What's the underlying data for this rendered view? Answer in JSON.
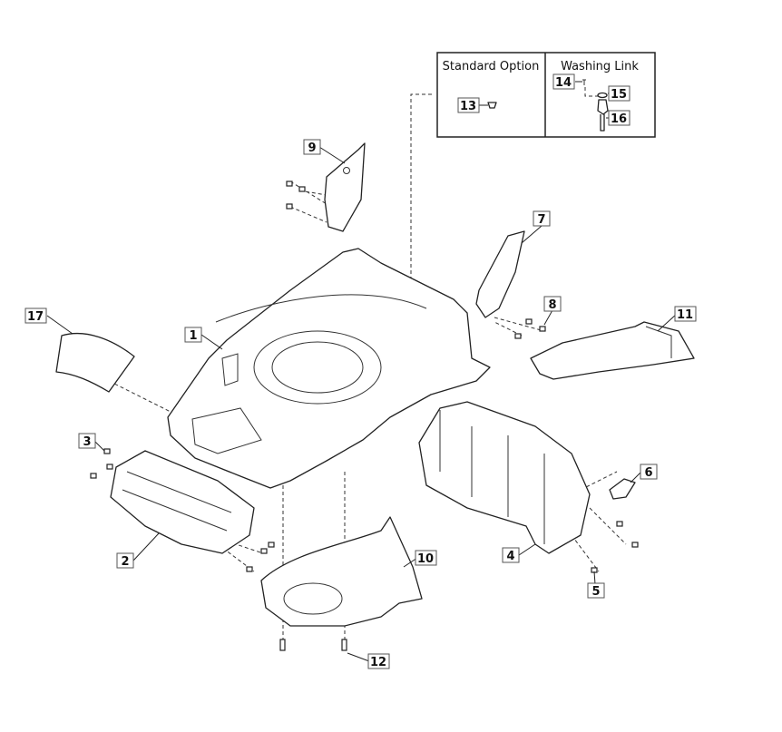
{
  "inset": {
    "standard_option": "Standard Option",
    "washing_link": "Washing Link"
  },
  "callouts": {
    "c1": "1",
    "c2": "2",
    "c3": "3",
    "c4": "4",
    "c5": "5",
    "c6": "6",
    "c7": "7",
    "c8": "8",
    "c9": "9",
    "c10": "10",
    "c11": "11",
    "c12": "12",
    "c13": "13",
    "c14": "14",
    "c15": "15",
    "c16": "16",
    "c17": "17"
  }
}
